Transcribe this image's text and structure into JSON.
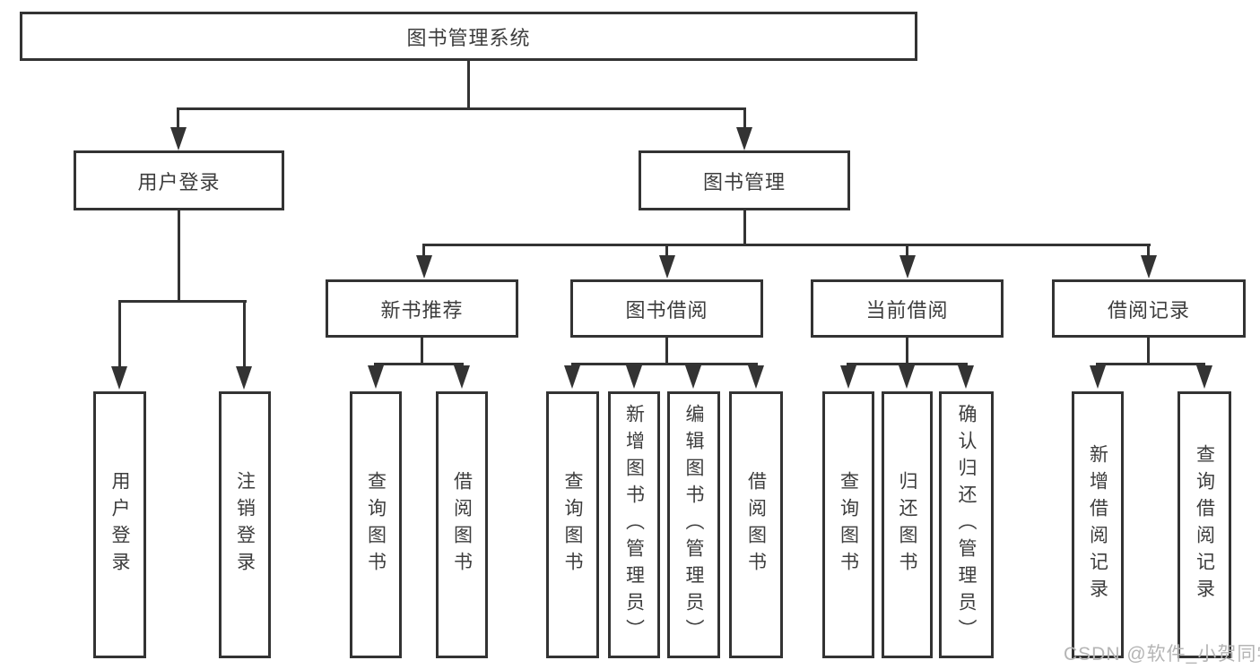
{
  "tree": {
    "root": {
      "label": "图书管理系统"
    },
    "children": [
      {
        "label": "用户登录",
        "children": [
          {
            "label": "用户登录"
          },
          {
            "label": "注销登录"
          }
        ]
      },
      {
        "label": "图书管理",
        "children": [
          {
            "label": "新书推荐",
            "children": [
              {
                "label": "查询图书"
              },
              {
                "label": "借阅图书"
              }
            ]
          },
          {
            "label": "图书借阅",
            "children": [
              {
                "label": "查询图书"
              },
              {
                "label": "新增图书（管理员）"
              },
              {
                "label": "编辑图书（管理员）"
              },
              {
                "label": "借阅图书"
              }
            ]
          },
          {
            "label": "当前借阅",
            "children": [
              {
                "label": "查询图书"
              },
              {
                "label": "归还图书"
              },
              {
                "label": "确认归还（管理员）"
              }
            ]
          },
          {
            "label": "借阅记录",
            "children": [
              {
                "label": "新增借阅记录"
              },
              {
                "label": "查询借阅记录"
              }
            ]
          }
        ]
      }
    ]
  },
  "watermark": "CSDN @软件_小贺同学",
  "colors": {
    "line": "#333333",
    "text": "#3d3d3d",
    "watermark": "#b5b5b5",
    "background": "#ffffff"
  }
}
